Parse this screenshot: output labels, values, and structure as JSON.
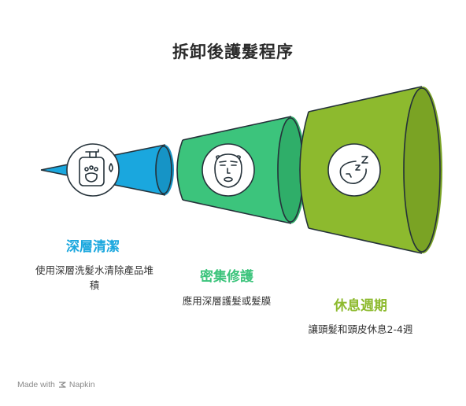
{
  "title": "拆卸後護髮程序",
  "stages": [
    {
      "heading": "深層清潔",
      "description": "使用深層洗髮水清除產品堆積",
      "color": "#1aa7de",
      "icon": "shampoo-bottle-icon"
    },
    {
      "heading": "密集修護",
      "description": "應用深層護髮或髮膜",
      "color": "#3cc47c",
      "icon": "face-mask-icon"
    },
    {
      "heading": "休息週期",
      "description": "讓頭髮和頭皮休息2-4週",
      "color": "#8dba2e",
      "icon": "rest-timer-icon"
    }
  ],
  "footer": {
    "made_with": "Made with",
    "brand": "Napkin"
  }
}
